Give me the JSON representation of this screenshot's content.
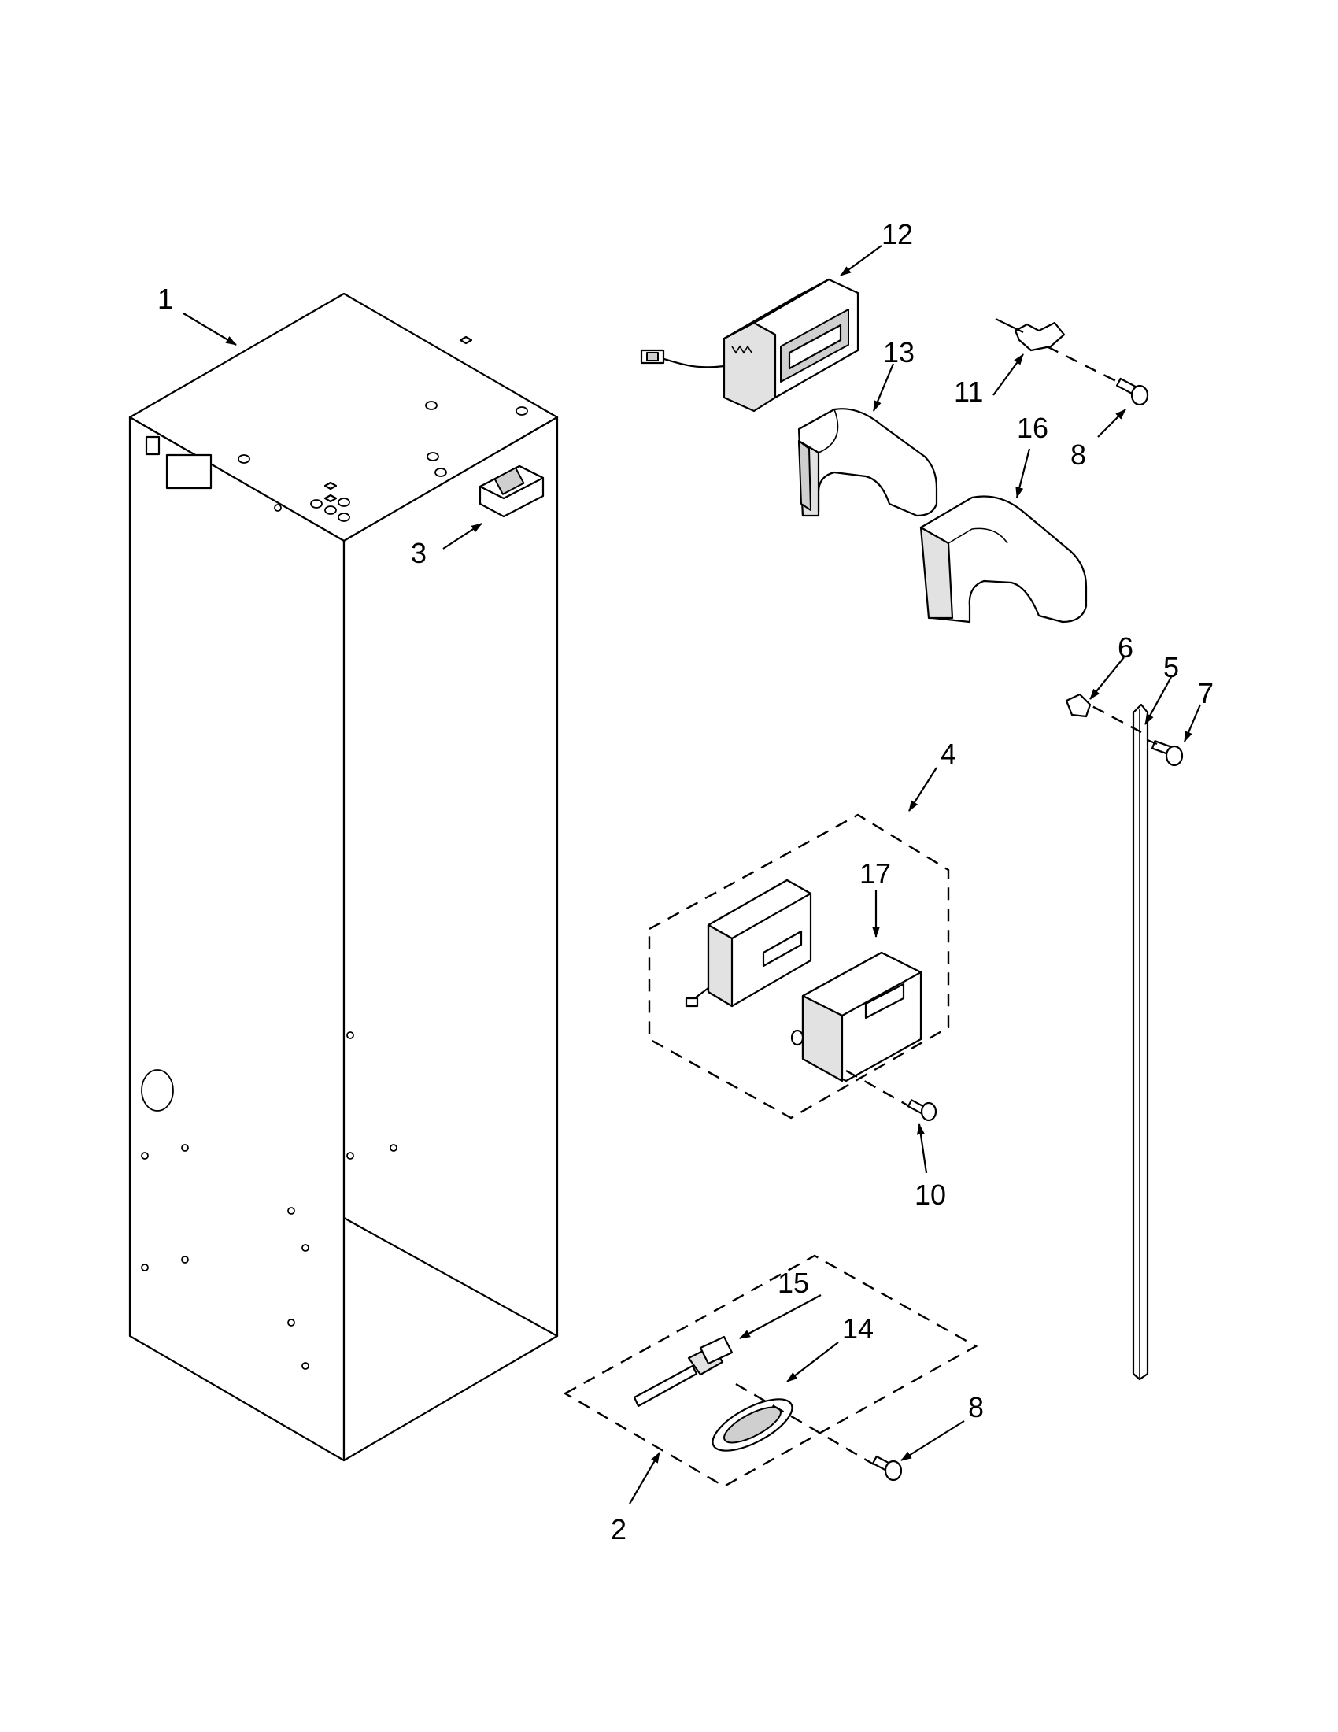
{
  "callouts": [
    "1",
    "2",
    "3",
    "4",
    "5",
    "6",
    "7",
    "8",
    "8",
    "10",
    "11",
    "12",
    "13",
    "14",
    "15",
    "16",
    "17"
  ]
}
